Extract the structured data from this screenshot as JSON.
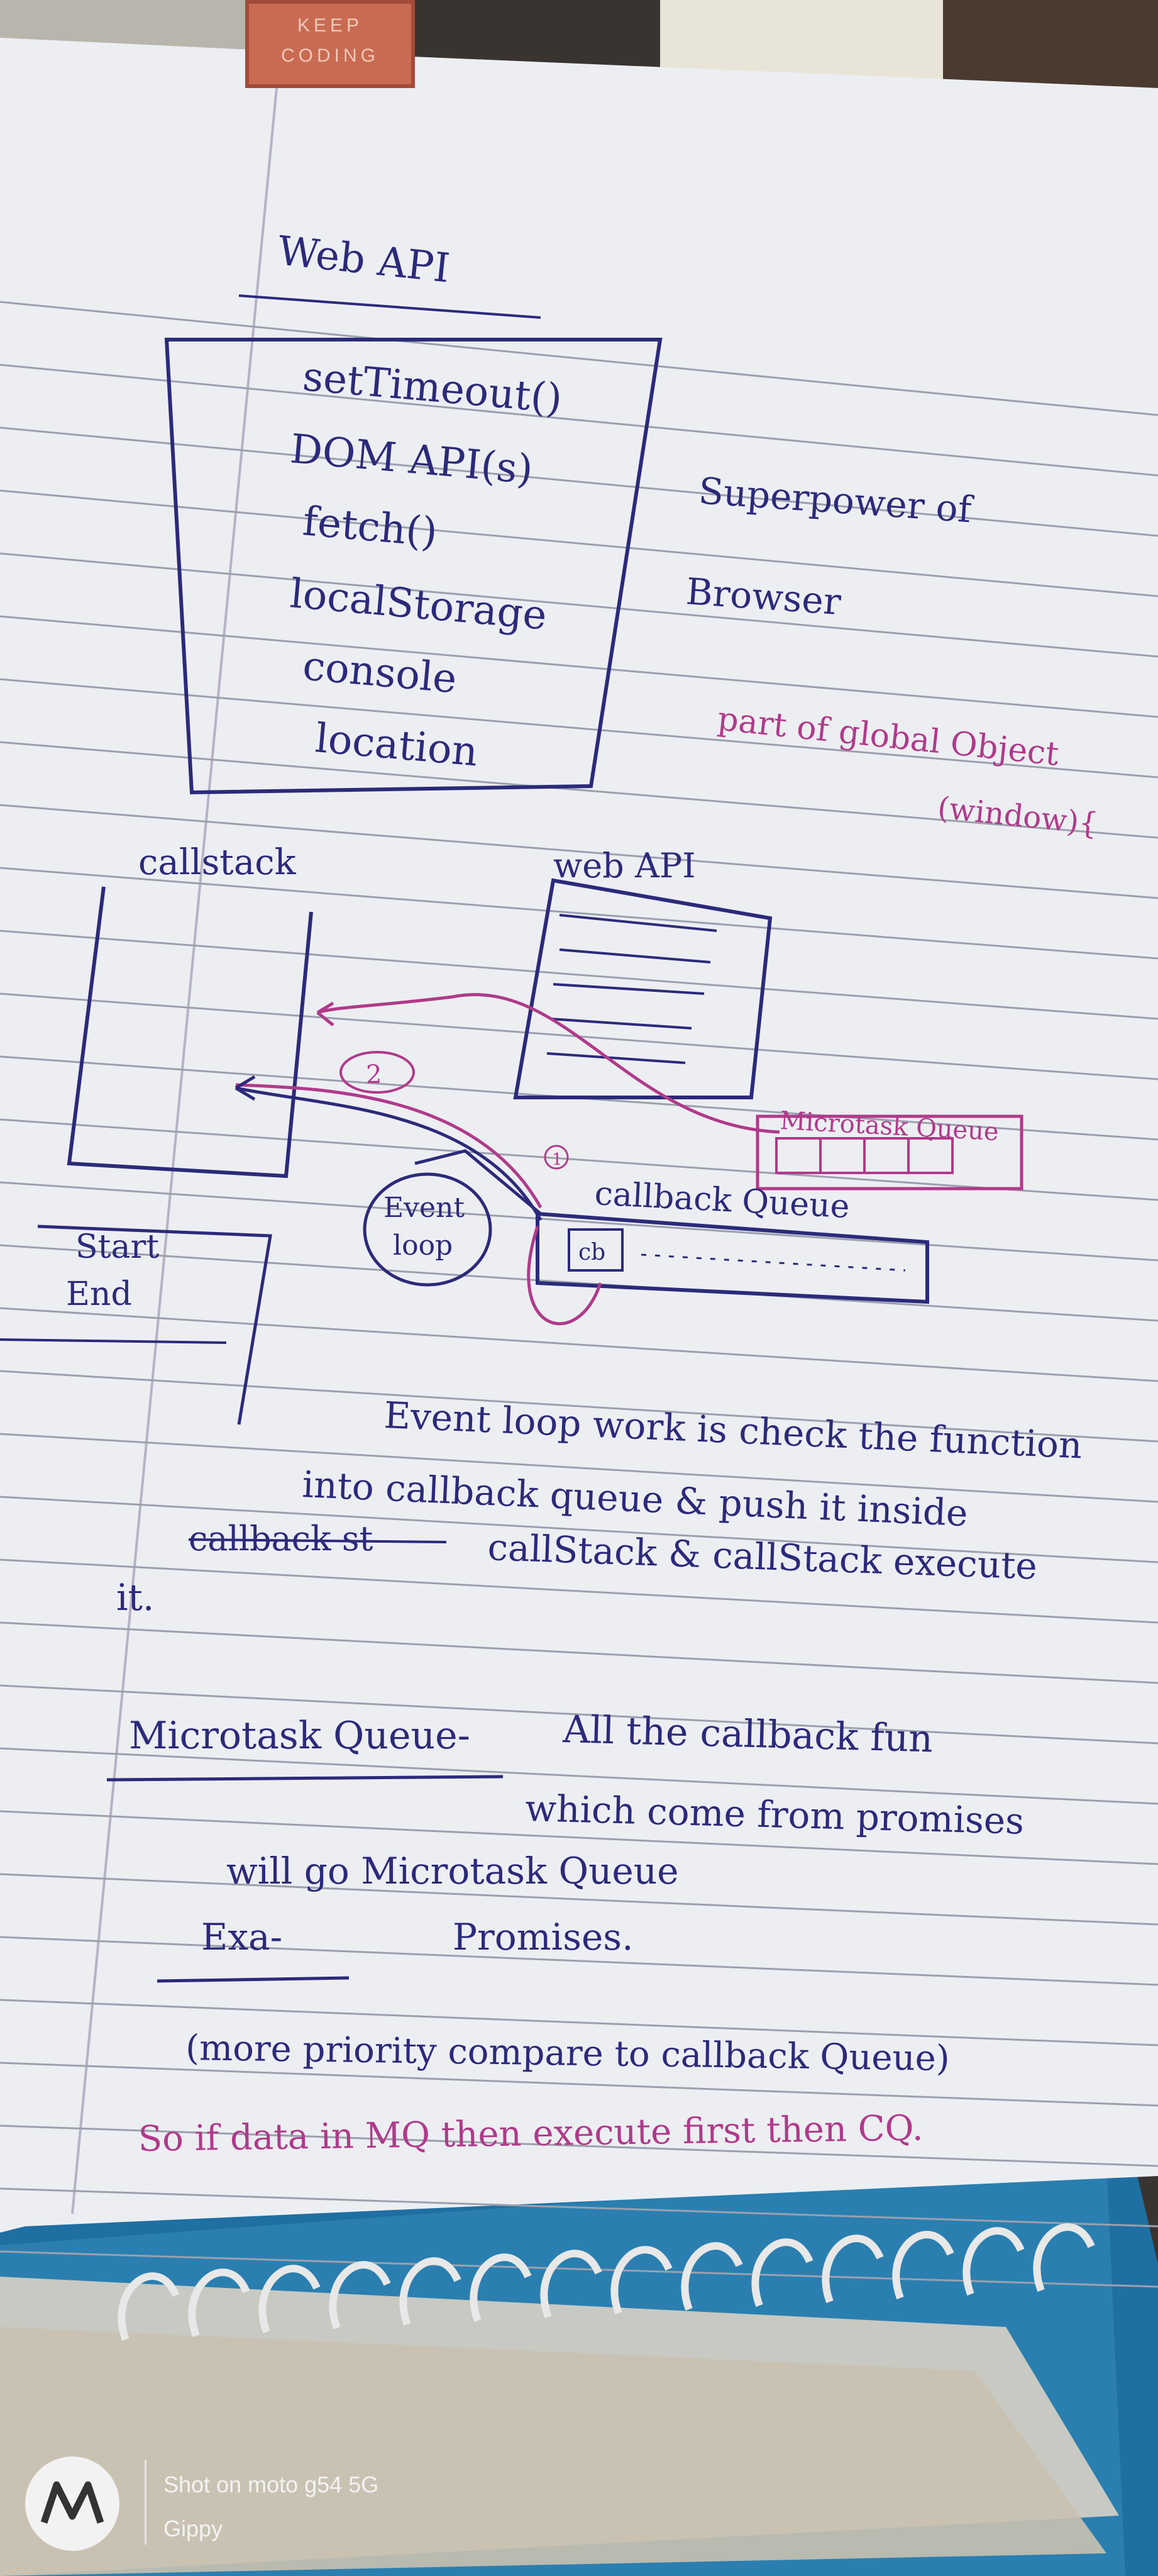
{
  "sign": {
    "line1": "KEEP",
    "line2": "CODING"
  },
  "notes": {
    "title": "Web API",
    "web_api_list": [
      "setTimeout()",
      "DOM API(s)",
      "fetch()",
      "localStorage",
      "console",
      "location"
    ],
    "side_note_1": "Superpower of",
    "side_note_2": "Browser",
    "side_note_pink_1": "part of global Object",
    "side_note_pink_2": "(window){",
    "callstack_label": "callstack",
    "webapi_label": "web API",
    "microtask_label": "Microtask Queue",
    "callback_queue_label": "callback Queue",
    "event_loop_label_1": "Event",
    "event_loop_label_2": "loop",
    "cb_label": "cb",
    "marker_1": "1",
    "marker_2": "2",
    "start_label": "Start",
    "end_label": "End",
    "para1_line1": "Event loop work is check the function",
    "para1_line2": "into callback queue & push it inside",
    "para1_line3_struck": "callback st",
    "para1_line3": "callStack & callStack execute",
    "para1_line4": "it.",
    "microtask_heading": "Microtask Queue-",
    "para2_line1": "All the callback fun",
    "para2_line2": "which come from promises",
    "para2_line3": "will go Microtask Queue",
    "example_label": "Exa-",
    "example_value": "Promises.",
    "priority_note": "(more priority compare to callback Queue)",
    "pink_summary": "So if data in MQ then execute first then CQ."
  },
  "watermark": {
    "line1": "Shot on moto g54 5G",
    "line2": "Gippy"
  },
  "colors": {
    "paper": "#eceef2",
    "ink_blue": "#2c2a7a",
    "ink_pink": "#b03a8a",
    "rule_line": "#9aa0ad",
    "notebook_blue": "#2a7fb0"
  }
}
